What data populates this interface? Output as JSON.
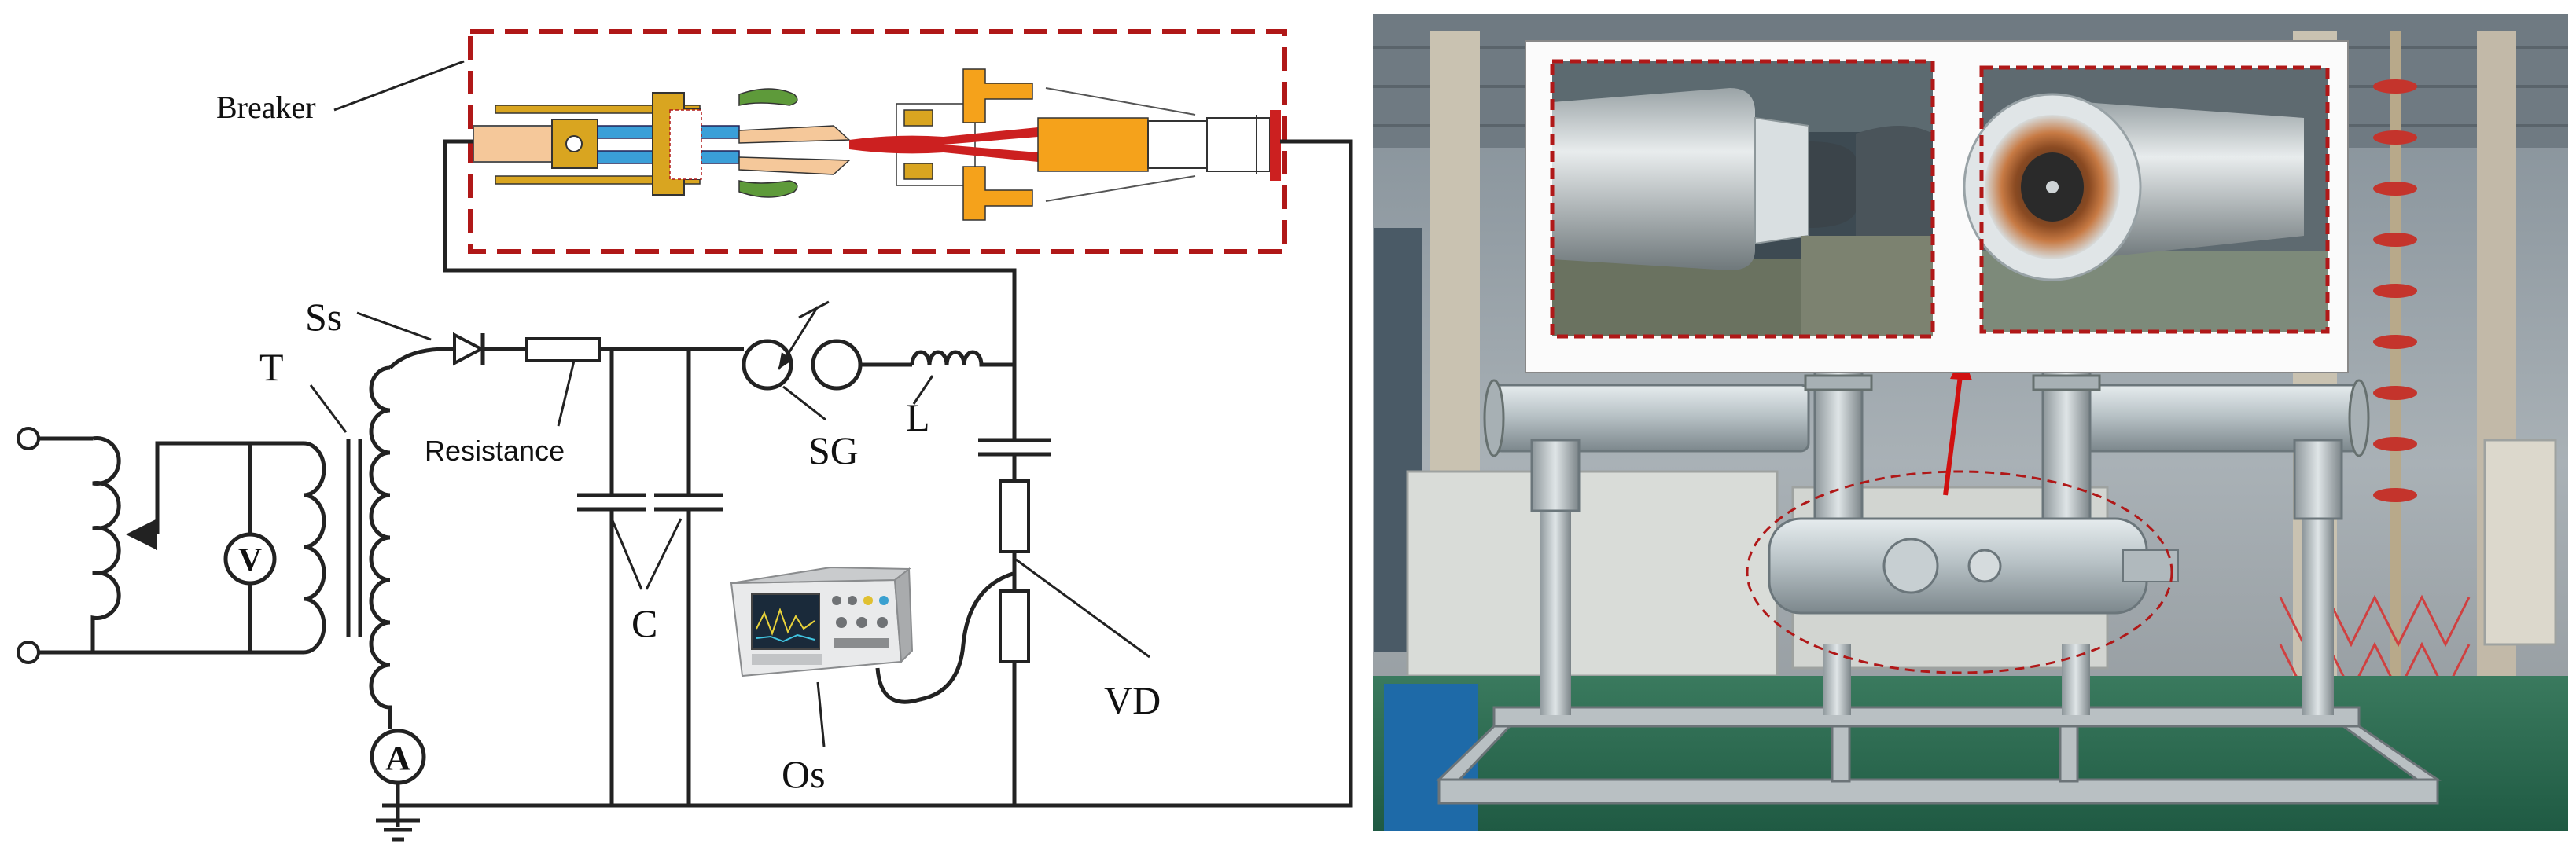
{
  "schematic": {
    "labels": {
      "breaker": "Breaker",
      "ss": "Ss",
      "t": "T",
      "resistance": "Resistance",
      "sg": "SG",
      "l": "L",
      "c": "C",
      "vd": "VD",
      "os": "Os",
      "voltmeter": "V",
      "ammeter": "A"
    }
  },
  "photo": {
    "inset_count": 2
  },
  "colors": {
    "dashed_box": "#b01818",
    "wire": "#222222",
    "breaker_tan": "#f5c89a",
    "breaker_blue": "#3a9fd8",
    "breaker_gold": "#d9a520",
    "breaker_green": "#5e9a3a",
    "breaker_orange": "#f5a21b",
    "breaker_red": "#cc2020"
  }
}
